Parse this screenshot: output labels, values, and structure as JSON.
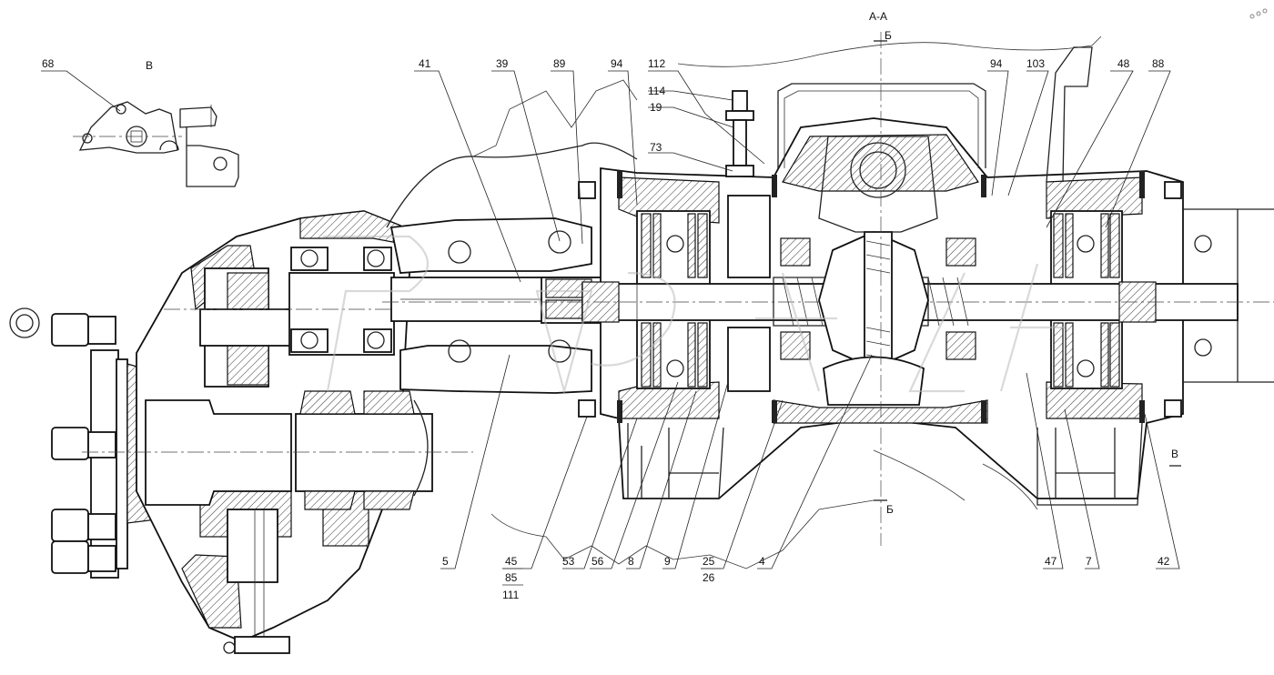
{
  "section": {
    "main_label": "А-А",
    "cut_label_top": "Б",
    "cut_label_bottom": "Б",
    "view_label": "В",
    "view_arrow_label": "В"
  },
  "callouts": {
    "c68": "68",
    "c41": "41",
    "c39": "39",
    "c89": "89",
    "c94a": "94",
    "c112": "112",
    "c114": "114",
    "c19": "19",
    "c73": "73",
    "c94b": "94",
    "c103": "103",
    "c48": "48",
    "c88": "88",
    "c5": "5",
    "c45": "45",
    "c85": "85",
    "c111": "111",
    "c53": "53",
    "c56": "56",
    "c8": "8",
    "c9": "9",
    "c25": "25",
    "c26": "26",
    "c4": "4",
    "c47": "47",
    "c7": "7",
    "c42": "42"
  },
  "watermark": "Planeta"
}
